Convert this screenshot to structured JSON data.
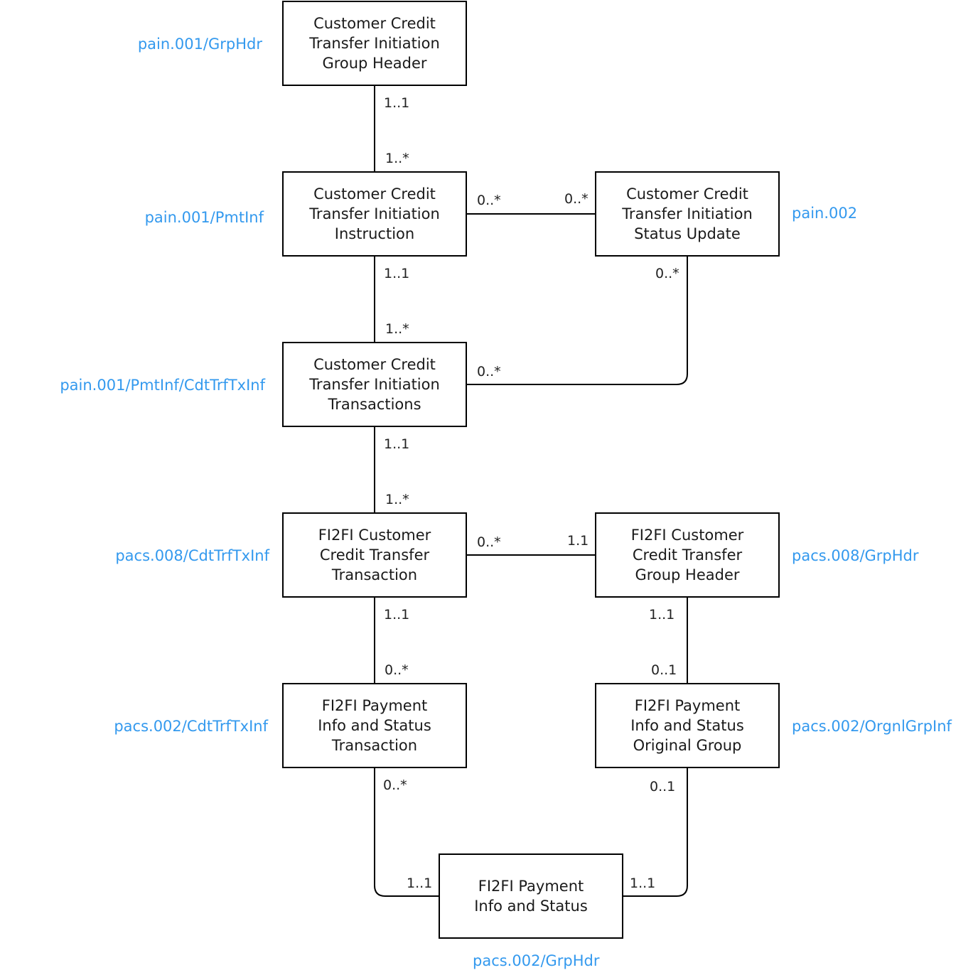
{
  "entities": [
    {
      "id": "grphdr_init",
      "label": "Customer Credit\nTransfer Initiation\nGroup Header",
      "tag": "pain.001/GrpHdr"
    },
    {
      "id": "pmtinf",
      "label": "Customer Credit\nTransfer Initiation\nInstruction",
      "tag": "pain.001/PmtInf"
    },
    {
      "id": "status_update",
      "label": "Customer Credit\nTransfer Initiation\nStatus Update",
      "tag": "pain.002"
    },
    {
      "id": "init_tx",
      "label": "Customer Credit\nTransfer Initiation\nTransactions",
      "tag": "pain.001/PmtInf/CdtTrfTxInf"
    },
    {
      "id": "fi2fi_tx",
      "label": "FI2FI Customer\nCredit Transfer\nTransaction",
      "tag": "pacs.008/CdtTrfTxInf"
    },
    {
      "id": "fi2fi_grphdr",
      "label": "FI2FI Customer\nCredit Transfer\nGroup Header",
      "tag": "pacs.008/GrpHdr"
    },
    {
      "id": "pis_tx",
      "label": "FI2FI Payment\nInfo and Status\nTransaction",
      "tag": "pacs.002/CdtTrfTxInf"
    },
    {
      "id": "pis_orig",
      "label": "FI2FI Payment\nInfo and Status\nOriginal Group",
      "tag": "pacs.002/OrgnlGrpInf"
    },
    {
      "id": "pis",
      "label": "FI2FI Payment\nInfo and Status",
      "tag": "pacs.002/GrpHdr"
    }
  ],
  "relationships": [
    {
      "from": "grphdr_init",
      "to": "pmtinf",
      "from_mult": "1..1",
      "to_mult": "1..*"
    },
    {
      "from": "pmtinf",
      "to": "status_update",
      "from_mult": "0..*",
      "to_mult": "0..*"
    },
    {
      "from": "pmtinf",
      "to": "init_tx",
      "from_mult": "1..1",
      "to_mult": "1..*"
    },
    {
      "from": "status_update",
      "to": "init_tx",
      "from_mult": "0..*",
      "to_mult": "0..*"
    },
    {
      "from": "init_tx",
      "to": "fi2fi_tx",
      "from_mult": "1..1",
      "to_mult": "1..*"
    },
    {
      "from": "fi2fi_tx",
      "to": "fi2fi_grphdr",
      "from_mult": "0..*",
      "to_mult": "1.1"
    },
    {
      "from": "fi2fi_tx",
      "to": "pis_tx",
      "from_mult": "1..1",
      "to_mult": "0..*"
    },
    {
      "from": "fi2fi_grphdr",
      "to": "pis_orig",
      "from_mult": "1..1",
      "to_mult": "0..1"
    },
    {
      "from": "pis_tx",
      "to": "pis",
      "from_mult": "0..*",
      "to_mult": "1..1"
    },
    {
      "from": "pis_orig",
      "to": "pis",
      "from_mult": "0..1",
      "to_mult": "1..1"
    }
  ],
  "colors": {
    "tag": "#3399ee",
    "line": "#000000",
    "text": "#1a1a1a"
  }
}
